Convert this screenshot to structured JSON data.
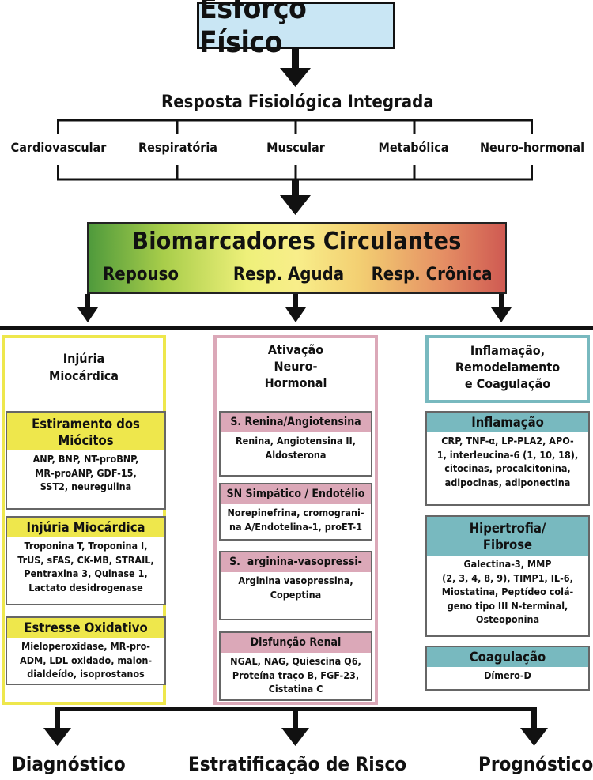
{
  "title": "Esforço Físico",
  "integrated_response": {
    "title": "Resposta Fisiológica Integrada",
    "items": [
      "Cardiovascular",
      "Respiratória",
      "Muscular",
      "Metabólica",
      "Neuro-hormonal"
    ]
  },
  "biomarkers": {
    "title": "Biomarcadores Circulantes",
    "phases": [
      "Repouso",
      "Resp. Aguda",
      "Resp. Crônica"
    ],
    "gradient_colors": [
      "#4f9a3c",
      "#eef07a",
      "#cf5a52"
    ]
  },
  "columns": [
    {
      "header": [
        "Injúria",
        "Miocárdica"
      ],
      "color": "#eee74c",
      "cards": [
        {
          "title": [
            "Estiramento dos",
            "Miócitos"
          ],
          "lines": [
            "ANP, BNP, NT-proBNP,",
            "MR-proANP, GDF-15,",
            "SST2, neuregulina"
          ]
        },
        {
          "title": [
            "Injúria Miocárdica"
          ],
          "lines": [
            "Troponina T, Troponina I,",
            "TrUS, sFAS, CK-MB, STRAIL,",
            "Pentraxina 3, Quinase 1,",
            "Lactato desidrogenase"
          ]
        },
        {
          "title": [
            "Estresse Oxidativo"
          ],
          "lines": [
            "Mieloperoxidase, MR-pro-",
            "ADM, LDL oxidado, malon-",
            "dialdeído, isoprostanos"
          ]
        }
      ]
    },
    {
      "header": [
        "Ativação",
        "Neuro-",
        "Hormonal"
      ],
      "color": "#dba8b8",
      "cards": [
        {
          "title": [
            "S. Renina/Angiotensina"
          ],
          "lines": [
            "Renina, Angiotensina II,",
            "Aldosterona"
          ]
        },
        {
          "title": [
            "SN Simpático / Endotélio"
          ],
          "lines": [
            "Norepinefrina, cromograni-",
            "na A/Endotelina-1, proET-1"
          ]
        },
        {
          "title": [
            "S.  arginina-vasopressi-"
          ],
          "lines": [
            "Arginina vasopressina,",
            "Copeptina"
          ]
        },
        {
          "title": [
            "Disfunção Renal"
          ],
          "lines": [
            "NGAL, NAG, Quiescina Q6,",
            "Proteína traço B, FGF-23,",
            "Cistatina C"
          ]
        }
      ]
    },
    {
      "header": [
        "Inflamação,",
        "Remodelamento",
        "e Coagulação"
      ],
      "color": "#78b9bf",
      "cards": [
        {
          "title": [
            "Inflamação"
          ],
          "lines": [
            "CRP, TNF-α, LP-PLA2, APO-",
            "1, interleucina-6 (1, 10, 18),",
            "citocinas, procalcitonina,",
            "adipocinas, adiponectina"
          ]
        },
        {
          "title": [
            "Hipertrofia/",
            "Fibrose"
          ],
          "lines": [
            "Galectina-3, MMP",
            "(2, 3, 4, 8, 9), TIMP1, IL-6,",
            "Miostatina, Peptídeo colá-",
            "geno tipo III N-terminal,",
            "Osteoponina"
          ]
        },
        {
          "title": [
            "Coagulação"
          ],
          "lines": [
            "Dímero-D"
          ]
        }
      ]
    }
  ],
  "outcomes": [
    "Diagnóstico",
    "Estratificação de Risco",
    "Prognóstico"
  ]
}
